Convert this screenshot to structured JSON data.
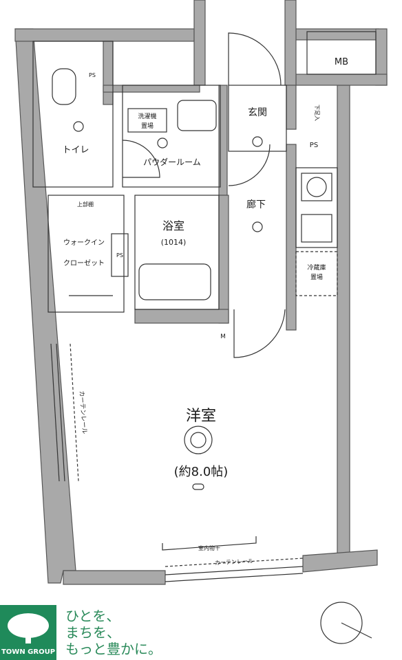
{
  "rooms": {
    "western_room": "洋室",
    "western_room_size": "(約8.0帖)",
    "bathroom": "浴室",
    "bathroom_size": "(1014)",
    "toilet": "トイレ",
    "powder_room": "パウダールーム",
    "entrance": "玄関",
    "hallway": "廊下",
    "walk_in_closet": "ウォークイン\nクローゼット"
  },
  "fixtures": {
    "meter_box": "MB",
    "pipe_space": "PS",
    "shoe_box": "下足入",
    "washing_machine": "洗濯機\n置場",
    "fridge": "冷蔵庫\n置場",
    "shelf": "上部棚",
    "indoor_dryer": "室内物干",
    "curtain_rail": "カーテンレール",
    "m_label": "M"
  },
  "logo": {
    "company": "TOWN GROUP"
  },
  "slogan": {
    "line1": "ひとを、",
    "line2": "まちを、",
    "line3": "もっと豊かに。"
  }
}
